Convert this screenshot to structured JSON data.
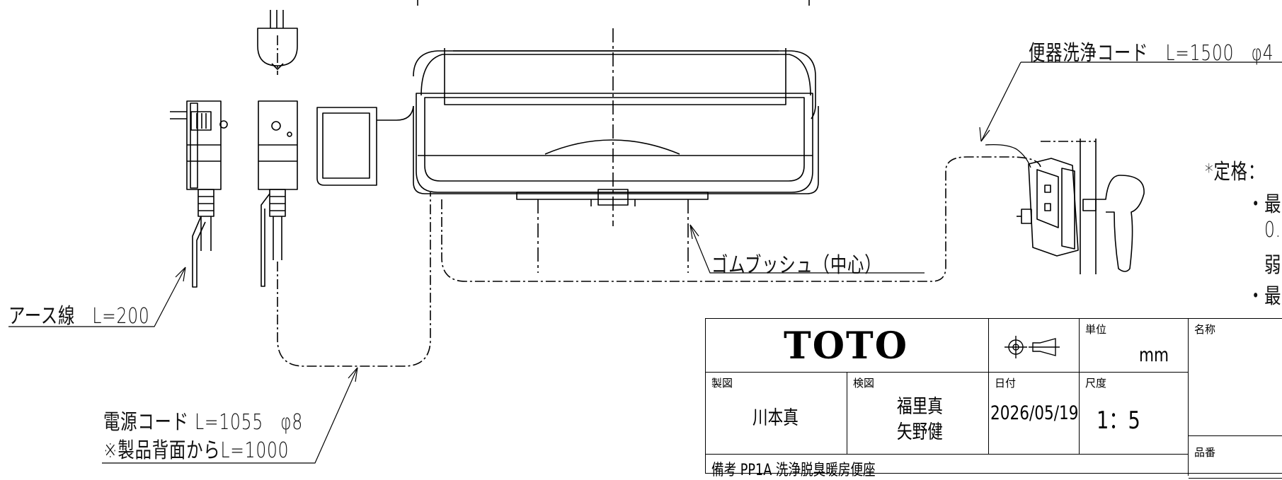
{
  "callouts": {
    "wash_cord": "便器洗浄コード　L=1500　φ4",
    "rubber_bush": "ゴムブッシュ（中心）",
    "earth_wire": "アース線　L=200",
    "power_cord_line1": "電源コード L=1055　φ8",
    "power_cord_line2": "※製品背面からL=1000"
  },
  "rating_notes": {
    "heading": "*定格：",
    "line1": "・最",
    "line2": "0.",
    "line3": "弱",
    "line4": "・最"
  },
  "title_block": {
    "logo": "TOTO",
    "unit_caption": "単位",
    "unit_value": "mm",
    "name_caption": "名称",
    "drawn_caption": "製図",
    "drawn_by": "川本真",
    "checked_caption": "検図",
    "checked_by_1": "福里真",
    "checked_by_2": "矢野健",
    "date_caption": "日付",
    "date_value": "2026/05/19",
    "scale_caption": "尺度",
    "scale_value": "1：5",
    "drawing_no_caption": "品番",
    "remarks": "備考 PP1A 洗浄脱臭暖房便座"
  }
}
